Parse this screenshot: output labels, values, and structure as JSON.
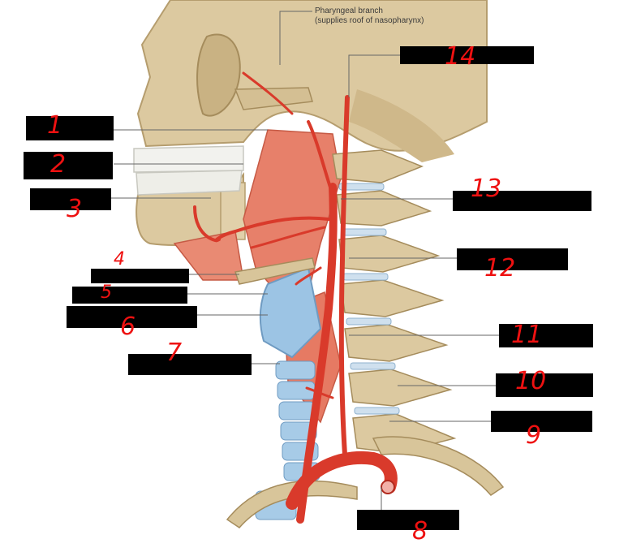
{
  "caption": {
    "line1": "Pharyngeal branch",
    "line2": "(supplies roof of nasopharynx)"
  },
  "labels": [
    "1",
    "2",
    "3",
    "4",
    "5",
    "6",
    "7",
    "8",
    "9",
    "10",
    "11",
    "12",
    "13",
    "14"
  ],
  "colors": {
    "bone": "#dcc9a0",
    "bone_shadow": "#b59d6e",
    "muscle": "#e7806a",
    "artery": "#d93a2b",
    "cartilage": "#9cc4e4",
    "teeth": "#f2f2ee",
    "ink": "#ee1111",
    "box": "#000000"
  }
}
